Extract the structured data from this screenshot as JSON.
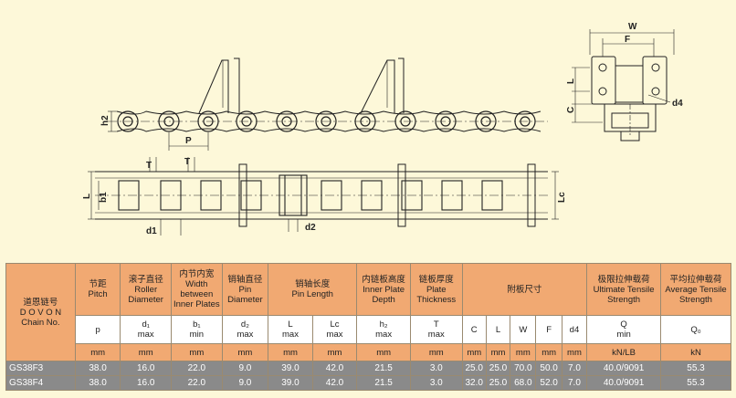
{
  "drawing": {
    "labels": {
      "W": "W",
      "F": "F",
      "L": "L",
      "C": "C",
      "d4": "d4",
      "h2": "h2",
      "P": "P",
      "T1": "T",
      "T2": "T",
      "L_side": "L",
      "b1": "b1",
      "Lc": "Lc",
      "d1": "d1",
      "d2": "d2"
    }
  },
  "table": {
    "model_header": {
      "cn": "道恩链号",
      "brand": "D O V O N",
      "en": "Chain No."
    },
    "columns": [
      {
        "cn": "节距",
        "en": "Pitch",
        "symbol": "p",
        "sub": "",
        "unit": "mm"
      },
      {
        "cn": "滚子直径",
        "en": "Roller Diameter",
        "symbol": "d₁",
        "sub": "max",
        "unit": "mm"
      },
      {
        "cn": "内节内宽",
        "en": "Width between Inner Plates",
        "symbol": "b₁",
        "sub": "min",
        "unit": "mm"
      },
      {
        "cn": "销轴直径",
        "en": "Pin Diameter",
        "symbol": "d₂",
        "sub": "max",
        "unit": "mm"
      },
      {
        "cn": "销轴长度",
        "en": "Pin Length",
        "symbol": "",
        "sub": "",
        "unit": ""
      },
      {
        "cn": "内链板高度",
        "en": "Inner Plate Depth",
        "symbol": "h₂",
        "sub": "max",
        "unit": "mm"
      },
      {
        "cn": "链板厚度",
        "en": "Plate Thickness",
        "symbol": "T",
        "sub": "max",
        "unit": "mm"
      },
      {
        "cn": "附板尺寸",
        "en": "",
        "symbol": "",
        "sub": "",
        "unit": ""
      },
      {
        "cn": "极限拉伸载荷",
        "en": "Ultimate Tensile Strength",
        "symbol": "Q",
        "sub": "min",
        "unit": "kN/LB"
      },
      {
        "cn": "平均拉伸载荷",
        "en": "Average Tensile Strength",
        "symbol": "Q₀",
        "sub": "",
        "unit": "kN"
      }
    ],
    "pin_sub": [
      {
        "symbol": "L",
        "sub": "max",
        "unit": "mm"
      },
      {
        "symbol": "Lc",
        "sub": "max",
        "unit": "mm"
      }
    ],
    "attach_sub": [
      {
        "symbol": "C",
        "unit": "mm"
      },
      {
        "symbol": "L",
        "unit": "mm"
      },
      {
        "symbol": "W",
        "unit": "mm"
      },
      {
        "symbol": "F",
        "unit": "mm"
      },
      {
        "symbol": "d4",
        "unit": "mm"
      }
    ],
    "rows": [
      {
        "model": "GS38F3",
        "p": "38.0",
        "d1": "16.0",
        "b1": "22.0",
        "d2": "9.0",
        "L": "39.0",
        "Lc": "42.0",
        "h2": "21.5",
        "T": "3.0",
        "C": "25.0",
        "La": "25.0",
        "W": "70.0",
        "F": "50.0",
        "d4": "7.0",
        "Q": "40.0/9091",
        "Q0": "55.3"
      },
      {
        "model": "GS38F4",
        "p": "38.0",
        "d1": "16.0",
        "b1": "22.0",
        "d2": "9.0",
        "L": "39.0",
        "Lc": "42.0",
        "h2": "21.5",
        "T": "3.0",
        "C": "32.0",
        "La": "25.0",
        "W": "68.0",
        "F": "52.0",
        "d4": "7.0",
        "Q": "40.0/9091",
        "Q0": "55.3"
      }
    ]
  }
}
